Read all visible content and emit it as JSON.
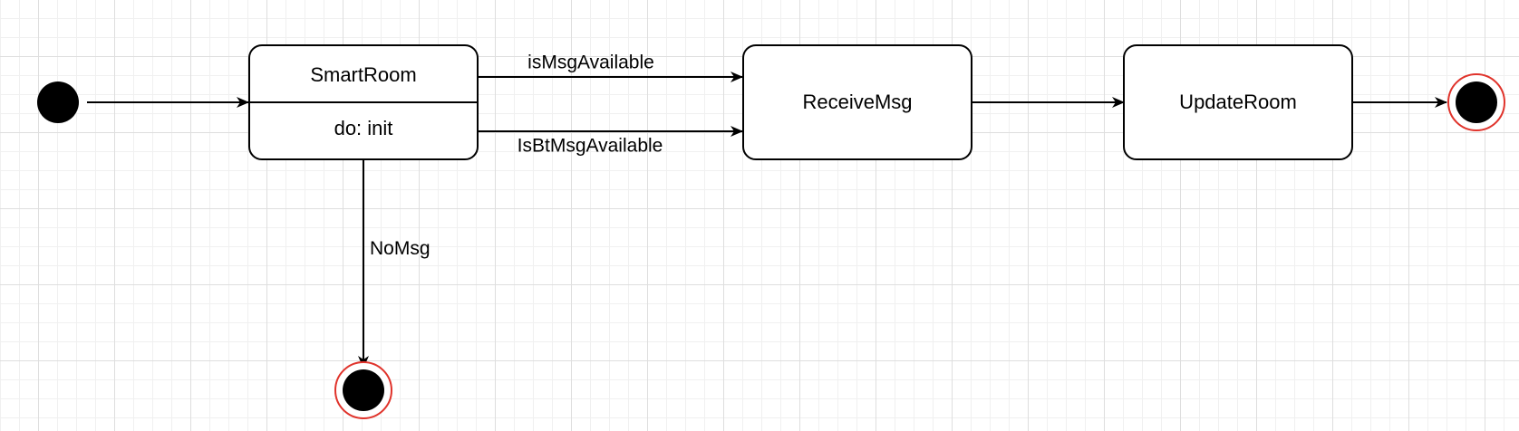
{
  "diagram": {
    "states": {
      "smart_room": {
        "name": "SmartRoom",
        "activity": "do: init"
      },
      "receive_msg": {
        "name": "ReceiveMsg"
      },
      "update_room": {
        "name": "UpdateRoom"
      }
    },
    "transitions": {
      "is_msg_available": "isMsgAvailable",
      "is_bt_msg_available": "IsBtMsgAvailable",
      "no_msg": "NoMsg"
    },
    "colors": {
      "stroke": "#000000",
      "final_ring": "#e0332b",
      "node_fill": "#ffffff",
      "dot_fill": "#000000"
    }
  }
}
